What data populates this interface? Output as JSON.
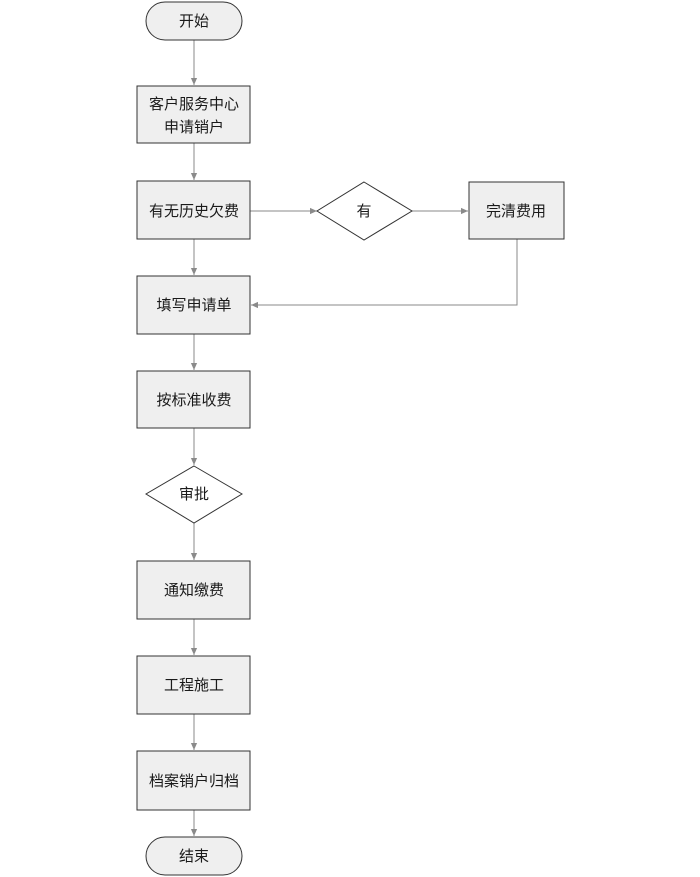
{
  "nodes": {
    "start": "开始",
    "apply_line1": "客户服务中心",
    "apply_line2": "申请销户",
    "arrears_check": "有无历史欠费",
    "has_arrears": "有",
    "settle_fees": "完清费用",
    "fill_form": "填写申请单",
    "charge_fee": "按标准收费",
    "approve": "审批",
    "notify_payment": "通知缴费",
    "construction": "工程施工",
    "archive": "档案销户归档",
    "end": "结束"
  },
  "colors": {
    "box_fill": "#efefef",
    "border": "#333333",
    "connector": "#8a8a8a"
  }
}
